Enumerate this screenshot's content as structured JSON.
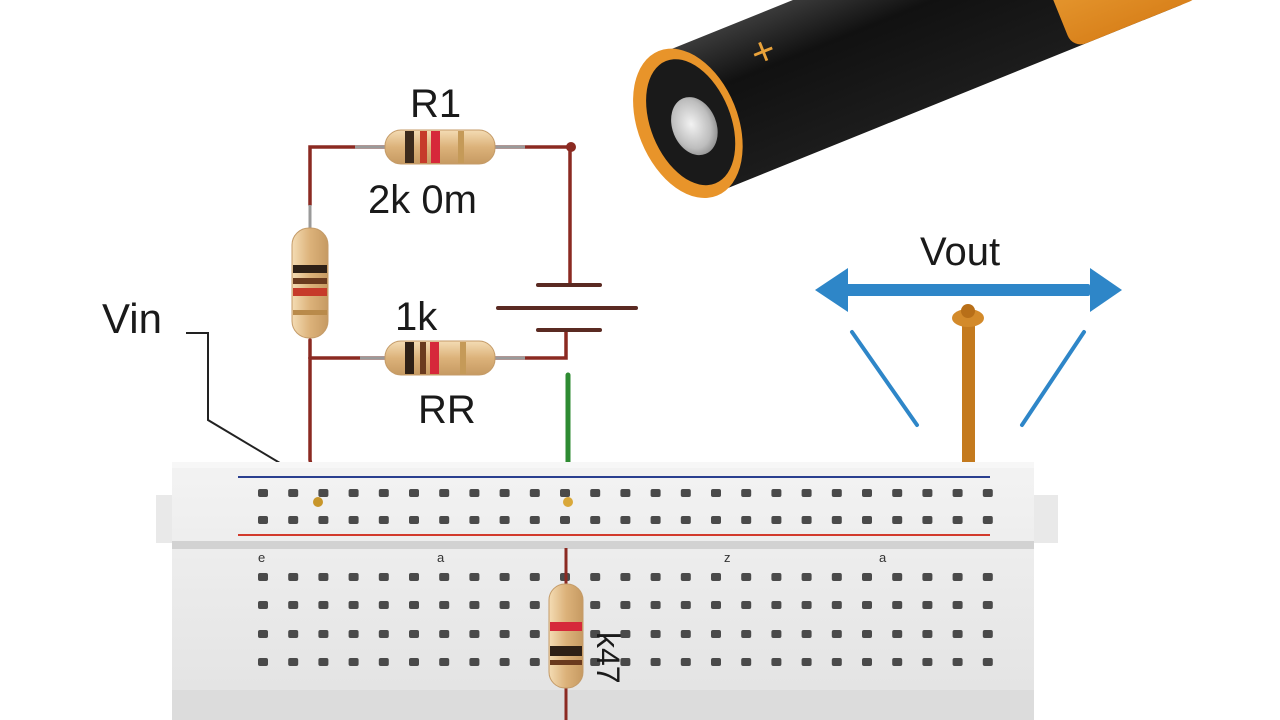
{
  "labels": {
    "r1": "R1",
    "r1_value": "2k 0m",
    "r2_value": "1k",
    "rr": "RR",
    "vin": "Vin",
    "vout": "Vout",
    "bottom_resistor": "k47",
    "battery_plus": "+"
  },
  "board_markings": [
    "e",
    "a",
    "z",
    "a"
  ],
  "colors": {
    "wire_red": "#8b2a22",
    "wire_green": "#2e8b32",
    "wire_orange": "#c47a1e",
    "arrow_blue": "#2e86c8",
    "rail_blue": "#2a3f8f",
    "rail_red": "#d23a2c",
    "battery_body": "#141414",
    "battery_cap": "#f0a030",
    "resistor_body": "#e3bf8a"
  }
}
